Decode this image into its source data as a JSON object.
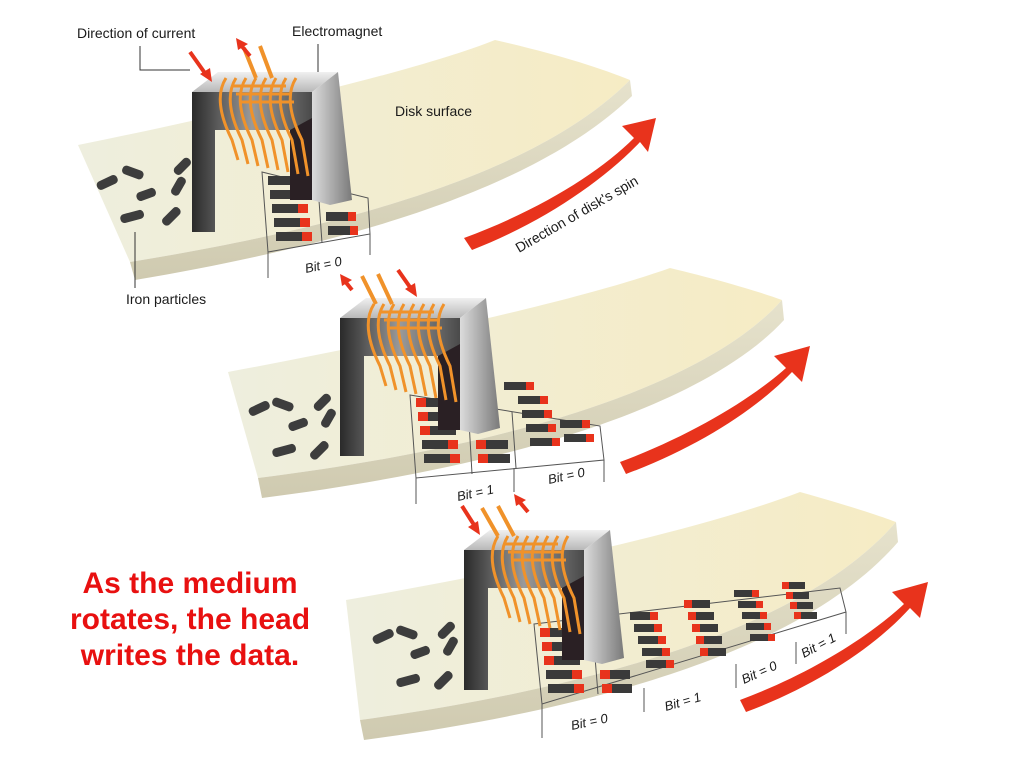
{
  "labels": {
    "direction_of_current": "Direction of current",
    "electromagnet": "Electromagnet",
    "disk_surface": "Disk surface",
    "direction_of_spin": "Direction of disk's spin",
    "iron_particles": "Iron particles"
  },
  "panels": [
    {
      "bits": [
        "Bit = 0"
      ]
    },
    {
      "bits": [
        "Bit = 1",
        "Bit = 0"
      ]
    },
    {
      "bits": [
        "Bit = 0",
        "Bit = 1",
        "Bit = 0",
        "Bit = 1"
      ]
    }
  ],
  "caption": {
    "lines": [
      "As the medium",
      "rotates, the head",
      "writes the data."
    ]
  },
  "colors": {
    "caption": "#e81010",
    "arrow": "#e8331c",
    "coil": "#f0922a",
    "disk": "#f2efd6",
    "magnet_red": "#e8331c",
    "magnet_dark": "#3a3a3a"
  }
}
